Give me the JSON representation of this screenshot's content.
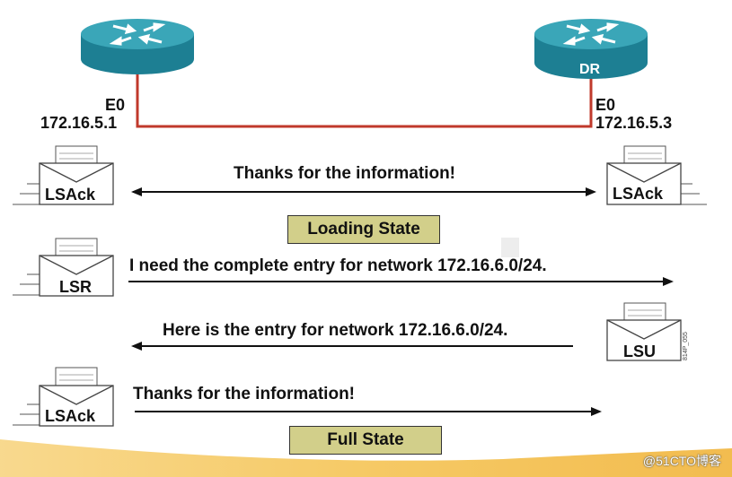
{
  "colors": {
    "router_top": "#3aa6b8",
    "router_side": "#1d7f93",
    "link": "#c0392b",
    "state_box": "#d2cf8a",
    "bottom_band": "#f4c04a"
  },
  "routers": {
    "left": {
      "label": "",
      "interface": "E0",
      "ip": "172.16.5.1"
    },
    "right": {
      "label": "DR",
      "interface": "E0",
      "ip": "172.16.5.3"
    }
  },
  "packets": {
    "lsack_left_1": "LSAck",
    "lsack_right": "LSAck",
    "lsr": "LSR",
    "lsu": "LSU",
    "lsack_left_2": "LSAck"
  },
  "messages": {
    "thanks_1": "Thanks for the information!",
    "need_entry": "I need the complete entry for network 172.16.6.0/24.",
    "here_entry": "Here is the entry for network 172.16.6.0/24.",
    "thanks_2": "Thanks for the information!"
  },
  "states": {
    "loading": "Loading State",
    "full": "Full State"
  },
  "figure_tag": "814P_055",
  "watermark": "@51CTO博客"
}
